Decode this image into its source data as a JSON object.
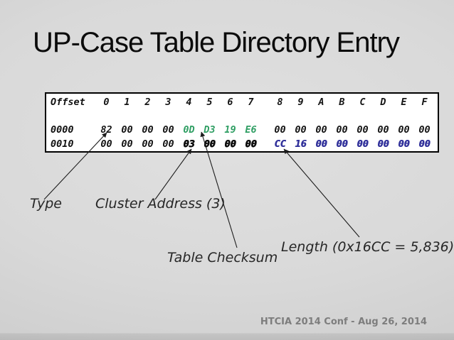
{
  "slide": {
    "title": "UP-Case Table Directory Entry",
    "footer": "HTCIA 2014 Conf - Aug 26, 2014"
  },
  "hex_table": {
    "offset_label": "Offset",
    "columns": [
      "0",
      "1",
      "2",
      "3",
      "4",
      "5",
      "6",
      "7",
      "8",
      "9",
      "A",
      "B",
      "C",
      "D",
      "E",
      "F"
    ],
    "rows": [
      {
        "offset": "0000",
        "bytes": [
          "82",
          "00",
          "00",
          "00",
          "0D",
          "D3",
          "19",
          "E6",
          "00",
          "00",
          "00",
          "00",
          "00",
          "00",
          "00",
          "00"
        ],
        "styles": [
          "k",
          "k",
          "k",
          "k",
          "g",
          "g",
          "g",
          "g",
          "k",
          "k",
          "k",
          "k",
          "k",
          "k",
          "k",
          "k"
        ]
      },
      {
        "offset": "0010",
        "bytes": [
          "00",
          "00",
          "00",
          "00",
          "03",
          "00",
          "00",
          "00",
          "CC",
          "16",
          "00",
          "00",
          "00",
          "00",
          "00",
          "00"
        ],
        "styles": [
          "k",
          "k",
          "k",
          "k",
          "b",
          "b",
          "b",
          "b",
          "u",
          "u",
          "u",
          "u",
          "u",
          "u",
          "u",
          "u"
        ]
      }
    ]
  },
  "annotations": [
    {
      "id": "type",
      "label": "Type",
      "points_to": "byte 82 at offset 0x00"
    },
    {
      "id": "cluster_address",
      "label": "Cluster Address (3)",
      "points_to": "byte 03 at offset 0x14"
    },
    {
      "id": "table_checksum",
      "label": "Table Checksum",
      "points_to": "bytes 0D D3 19 E6 at offsets 0x04-0x07"
    },
    {
      "id": "length",
      "label": "Length (0x16CC = 5,836)",
      "points_to": "bytes CC 16 at offsets 0x18-0x19"
    }
  ],
  "colors": {
    "checksum_green": "#2f9e63",
    "length_blue": "#32329b",
    "arrow": "#1c1c1c"
  }
}
